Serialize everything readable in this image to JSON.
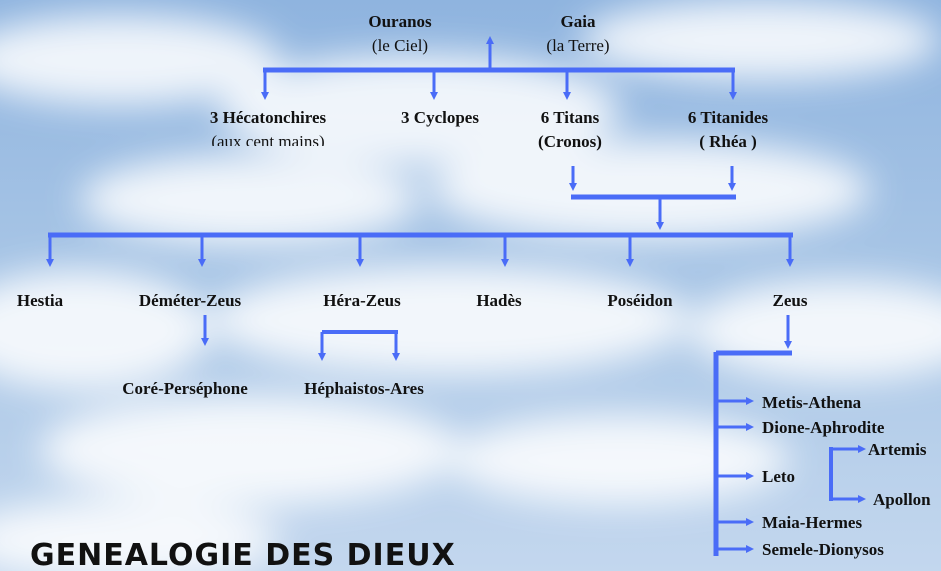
{
  "colors": {
    "line": "#4a6cf7",
    "sky": "#9fbfe0"
  },
  "top": {
    "ouranos": "Ouranos",
    "ouranos_sub": "(le Ciel)",
    "gaia": "Gaia",
    "gaia_sub": "(la Terre)"
  },
  "gen1": {
    "hecatonchires": "3 Hécatonchires",
    "hecatonchires_sub": "(aux cent mains)",
    "cyclopes": "3 Cyclopes",
    "titans": "6 Titans",
    "titans_sub": "(Cronos)",
    "titanides": "6 Titanides",
    "titanides_sub": "( Rhéa )"
  },
  "gen2": [
    "Hestia",
    "Déméter-Zeus",
    "Héra-Zeus",
    "Hadès",
    "Poséidon",
    "Zeus"
  ],
  "gen3": {
    "core": "Coré-Perséphone",
    "hephaistos": "Héphaistos-Ares"
  },
  "zeus_children": [
    "Metis-Athena",
    "Dione-Aphrodite",
    "Leto",
    "Maia-Hermes",
    "Semele-Dionysos"
  ],
  "leto_children": [
    "Artemis",
    "Apollon"
  ],
  "title": "GENEALOGIE DES DIEUX"
}
